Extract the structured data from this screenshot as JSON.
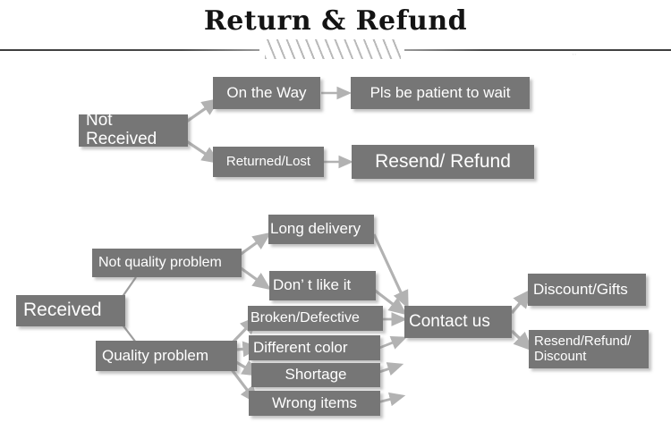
{
  "header": {
    "title": "Return & Refund",
    "divider_hatch": "//////////////",
    "faint_marks": "''"
  },
  "colors": {
    "box_fill": "#767676",
    "box_text": "#ffffff",
    "arrow": "#b2b2b2",
    "title_text": "#141414",
    "rule": "#3d3d3d",
    "background": "#ffffff"
  },
  "flow": {
    "not_received": {
      "root": "Not Received",
      "branches": [
        {
          "label": "On the Way",
          "result": "Pls be patient to wait"
        },
        {
          "label": "Returned/Lost",
          "result": "Resend/ Refund"
        }
      ]
    },
    "received": {
      "root": "Received",
      "categories": [
        {
          "label": "Not quality problem",
          "reasons": [
            "Long delivery",
            "Don’  t like it"
          ]
        },
        {
          "label": "Quality problem",
          "reasons": [
            "Broken/Defective",
            "Different color",
            "Shortage",
            "Wrong items"
          ]
        }
      ],
      "action": "Contact us",
      "outcomes": [
        "Discount/Gifts",
        "Resend/Refund/\nDiscount"
      ]
    }
  }
}
